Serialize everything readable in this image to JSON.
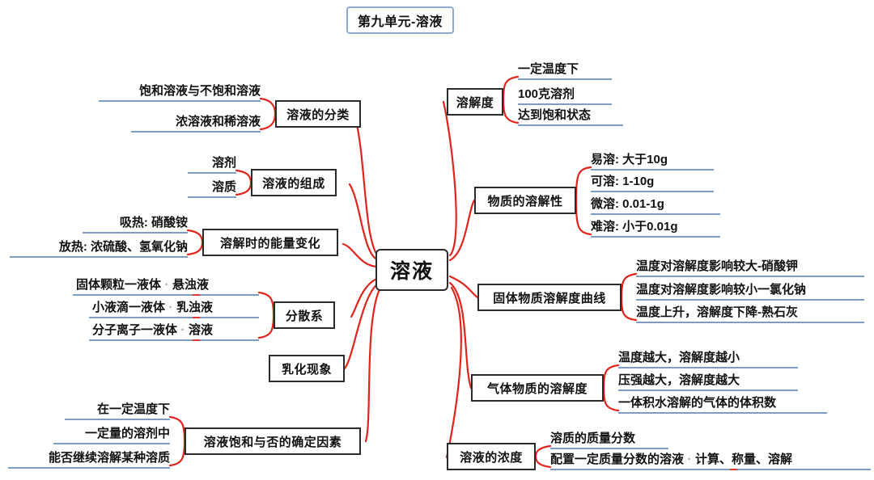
{
  "title": {
    "text": "第九单元-溶液"
  },
  "center": {
    "text": "溶液"
  },
  "colors": {
    "link": "#e0241c",
    "underline": "#7f9dc4",
    "node_border": "#2b2b2b",
    "title_border": "#8ea9cc",
    "text": "#111111",
    "background": "#ffffff"
  },
  "left_branches": [
    {
      "category": "溶液的分类",
      "leaves": [
        "饱和溶液与不饱和溶液",
        "浓溶液和稀溶液"
      ]
    },
    {
      "category": "溶液的组成",
      "leaves": [
        "溶剂",
        "溶质"
      ]
    },
    {
      "category": "溶解时的能量变化",
      "leaves": [
        "吸热: 硝酸铵",
        "放热: 浓硫酸、氢氧化钠"
      ]
    },
    {
      "category": "分散系",
      "leaves": [
        "固体颗粒一液体",
        "小液滴一液体",
        "分子离子一液体"
      ],
      "leaves_second": [
        "悬浊液",
        "乳浊液",
        "溶液"
      ]
    },
    {
      "category": "乳化现象",
      "leaves": []
    },
    {
      "category": "溶液饱和与否的确定因素",
      "leaves": [
        "在一定温度下",
        "一定量的溶剂中",
        "能否继续溶解某种溶质"
      ]
    }
  ],
  "right_branches": [
    {
      "category": "溶解度",
      "leaves": [
        "一定温度下",
        "100克溶剂",
        "达到饱和状态"
      ]
    },
    {
      "category": "物质的溶解性",
      "leaves": [
        "易溶: 大于10g",
        "可溶: 1-10g",
        "微溶: 0.01-1g",
        "难溶: 小于0.01g"
      ]
    },
    {
      "category": "固体物质溶解度曲线",
      "leaves": [
        "温度对溶解度影响较大-硝酸钾",
        "温度对溶解度影响较小一氯化钠",
        "温度上升，溶解度下降-熟石灰"
      ]
    },
    {
      "category": "气体物质的溶解度",
      "leaves": [
        "温度越大，溶解度越小",
        "压强越大，溶解度越大",
        "一体积水溶解的气体的体积数"
      ]
    },
    {
      "category": "溶液的浓度",
      "leaves": [
        "溶质的质量分数",
        "配置一定质量分数的溶液"
      ],
      "leaves_second": [
        "",
        "计算、称量、溶解"
      ]
    }
  ],
  "separator_dot": "·"
}
